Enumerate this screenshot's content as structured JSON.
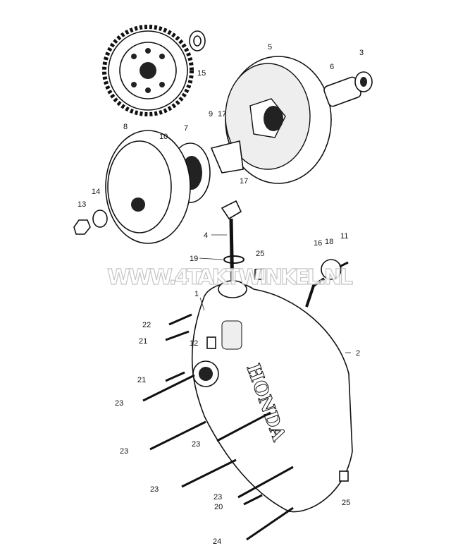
{
  "watermark": "WWW.4TAKTWINKEL.NL",
  "cover_text": "HONDA",
  "callouts": [
    "1",
    "2",
    "3",
    "4",
    "5",
    "6",
    "7",
    "8",
    "9",
    "10",
    "11",
    "12",
    "13",
    "14",
    "15",
    "16",
    "17",
    "17",
    "18",
    "19",
    "20",
    "21",
    "21",
    "22",
    "23",
    "23",
    "23",
    "23",
    "23",
    "24",
    "25",
    "25"
  ]
}
